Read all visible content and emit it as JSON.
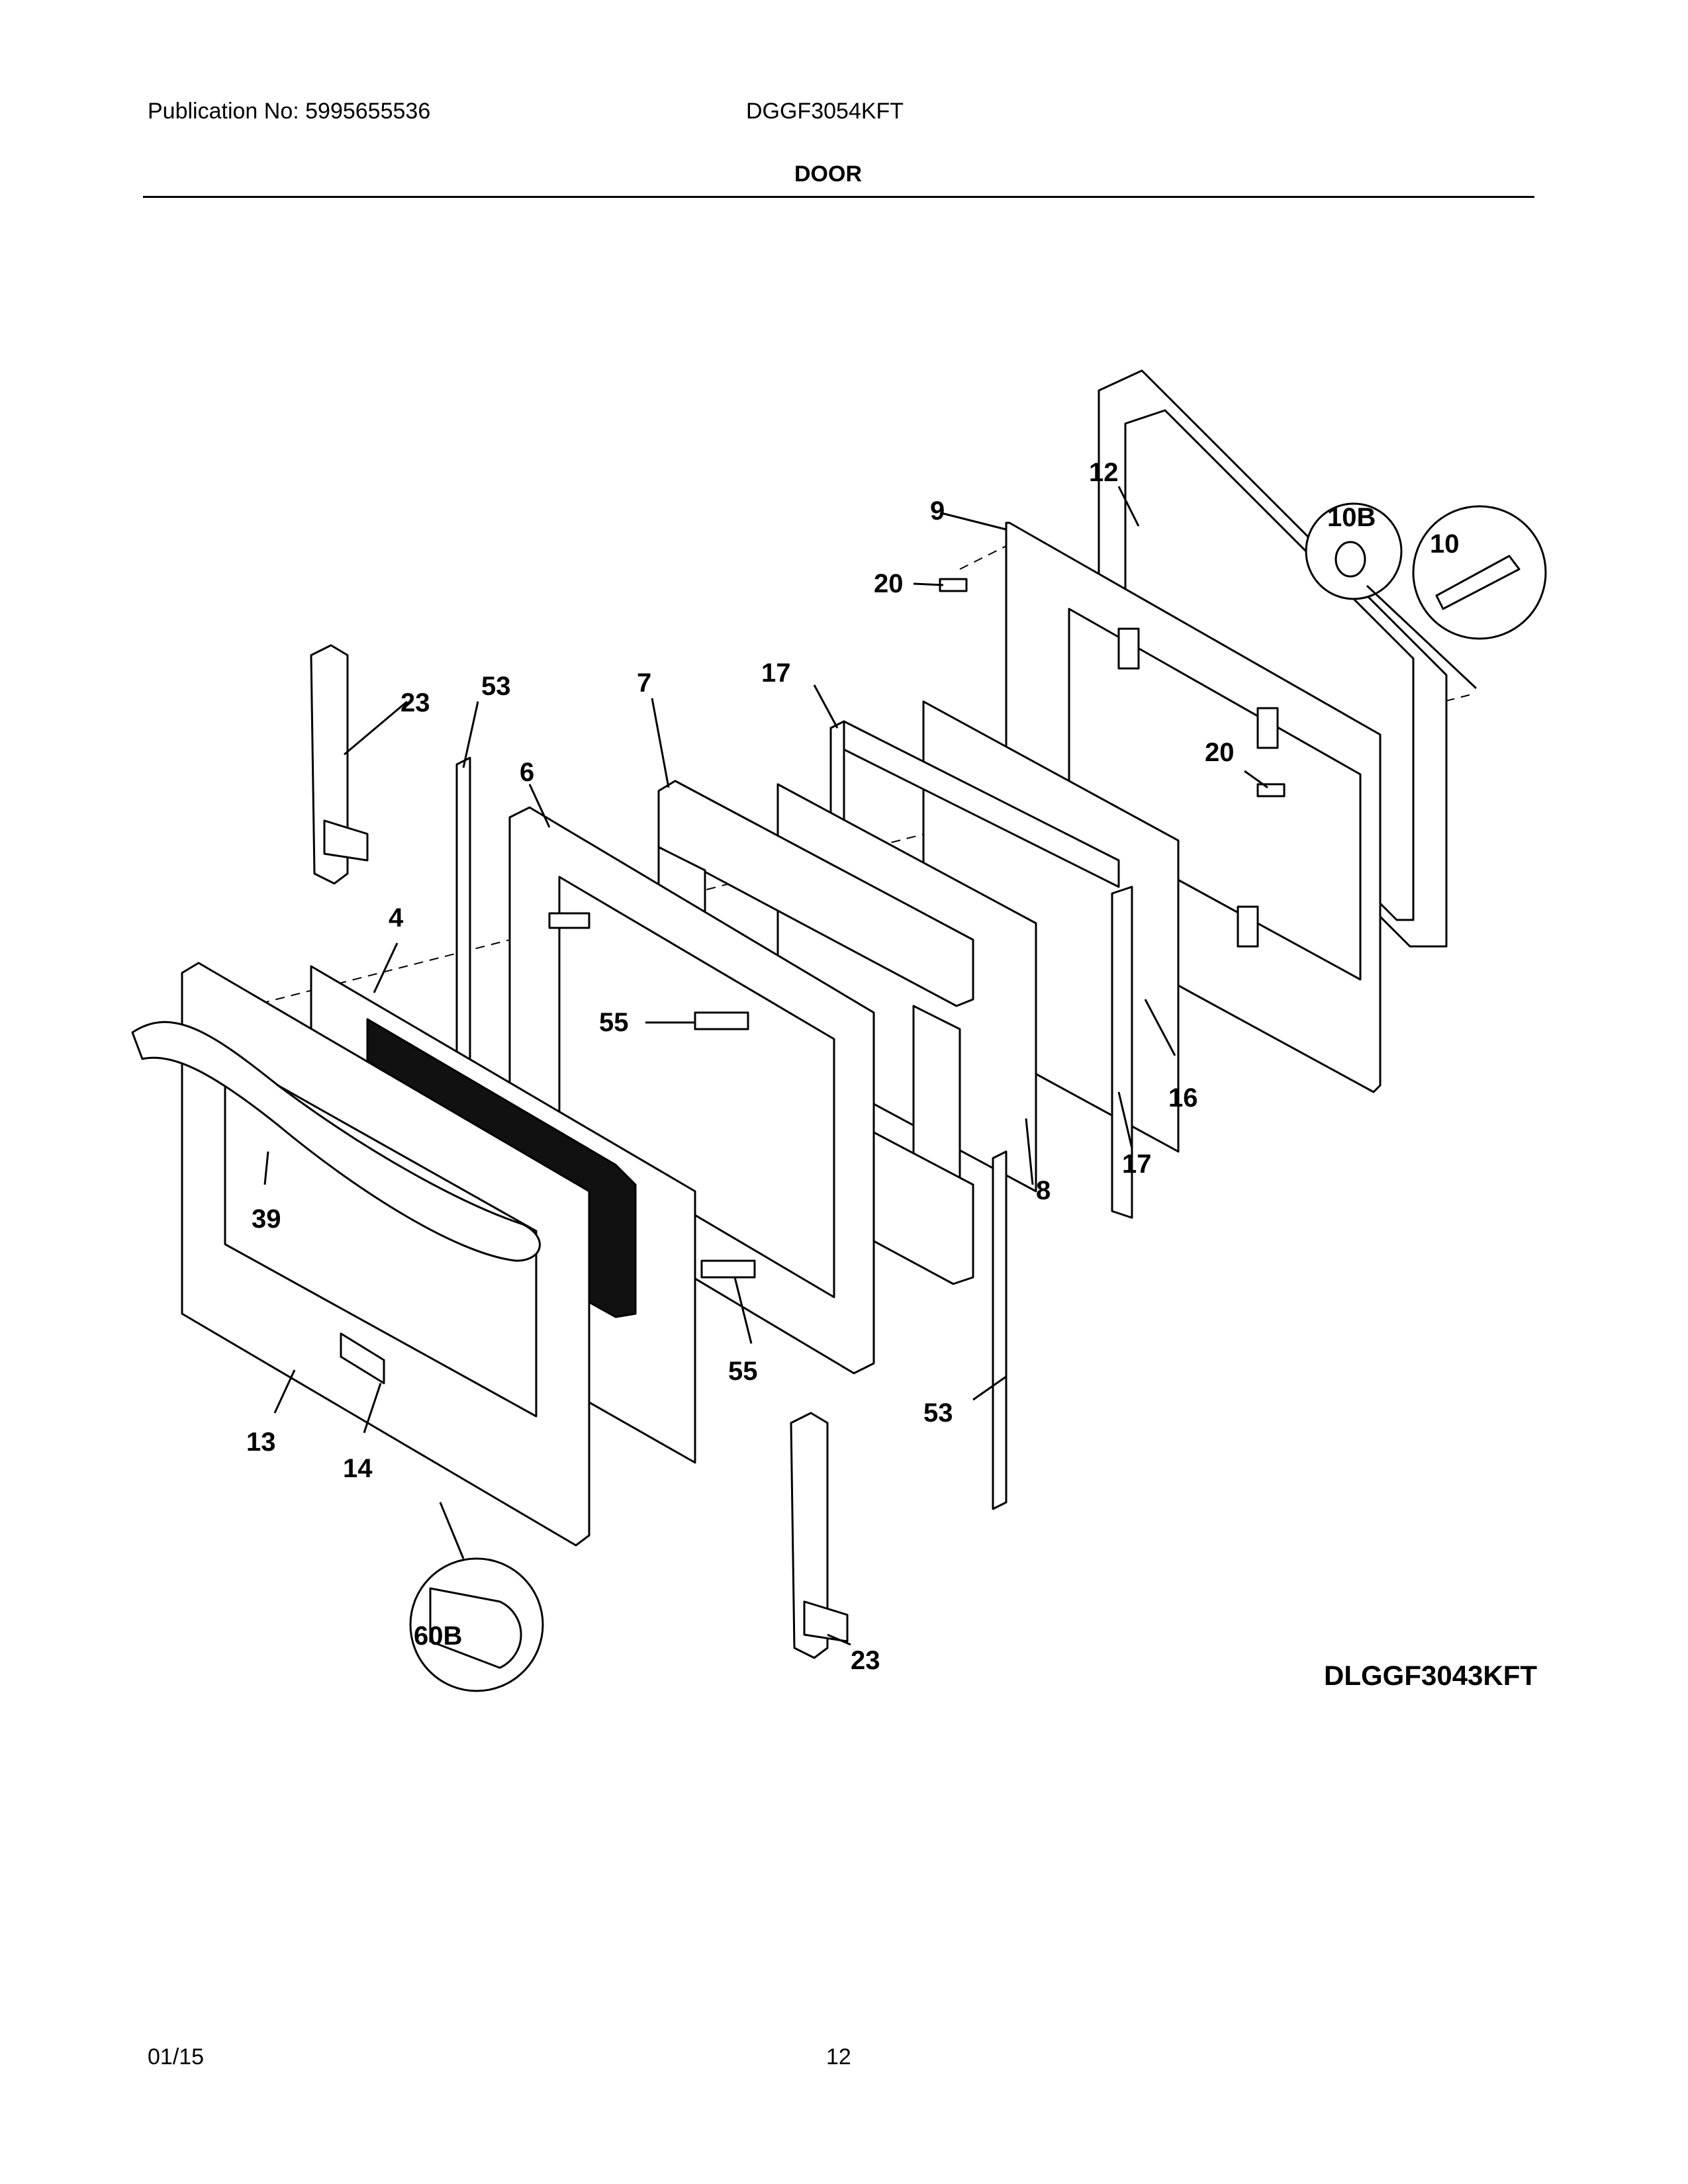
{
  "header": {
    "publication": "Publication No: 5995655536",
    "model": "DGGF3054KFT",
    "section": "DOOR"
  },
  "footer": {
    "date": "01/15",
    "page": "12"
  },
  "diagram_ref": "DLGGF3043KFT",
  "callouts": {
    "c4": "4",
    "c6": "6",
    "c7": "7",
    "c8": "8",
    "c9": "9",
    "c10": "10",
    "c10b": "10B",
    "c12": "12",
    "c13": "13",
    "c14": "14",
    "c16": "16",
    "c17a": "17",
    "c17b": "17",
    "c20a": "20",
    "c20b": "20",
    "c23a": "23",
    "c23b": "23",
    "c39": "39",
    "c53a": "53",
    "c53b": "53",
    "c55a": "55",
    "c55b": "55",
    "c60b": "60B"
  }
}
